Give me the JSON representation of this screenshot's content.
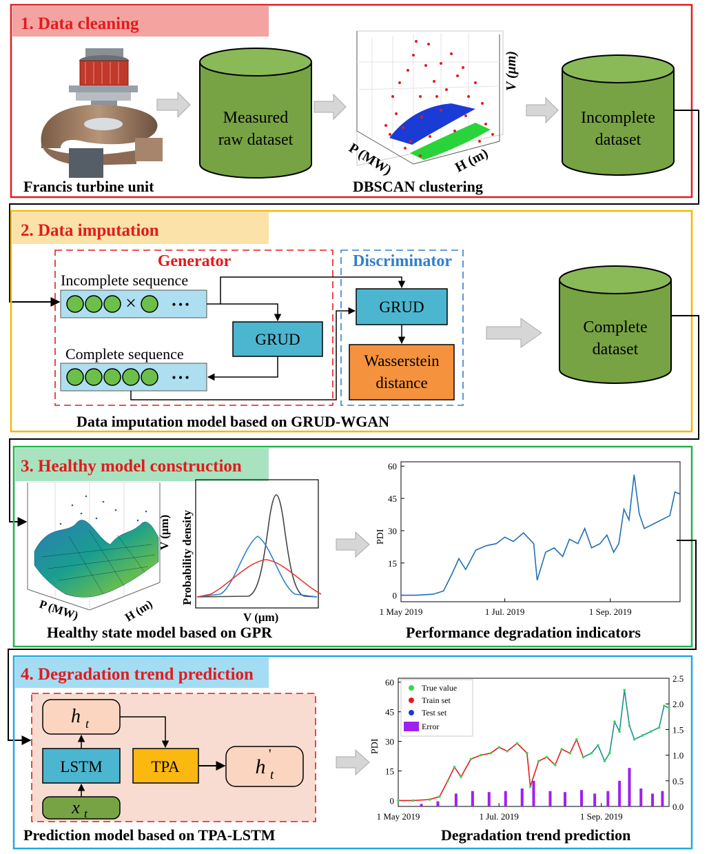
{
  "colors": {
    "section1_border": "#e41a1c",
    "section2_border": "#f5b800",
    "section3_border": "#22b14c",
    "section4_border": "#1fa8e0",
    "cylinder_fill": "#77a344",
    "grud_fill": "#4cb6d0",
    "wasserstein_fill": "#f5923e",
    "tpa_fill": "#fbb810",
    "hidden_fill": "#fbd5bf",
    "line_blue": "#1f6eb4",
    "error_purple": "#a020f0"
  },
  "section1": {
    "title": "1. Data cleaning",
    "turbine_caption": "Francis turbine unit",
    "raw_dataset": [
      "Measured",
      "raw dataset"
    ],
    "dbscan_caption": "DBSCAN clustering",
    "axis_v": "V (μm)",
    "axis_p": "P (MW)",
    "axis_h": "H (m)",
    "incomplete_dataset": [
      "Incomplete",
      "dataset"
    ]
  },
  "section2": {
    "title": "2. Data imputation",
    "generator_label": "Generator",
    "discriminator_label": "Discriminator",
    "incomplete_sequence": "Incomplete sequence",
    "complete_sequence": "Complete sequence",
    "missing_mark": "×",
    "ellipsis": "• • •",
    "grud_generator": "GRUD",
    "grud_discriminator": "GRUD",
    "wasserstein": [
      "Wasserstein",
      "distance"
    ],
    "complete_dataset": [
      "Complete",
      "dataset"
    ],
    "caption": "Data imputation model based on GRUD-WGAN"
  },
  "section3": {
    "title": "3. Healthy model construction",
    "surface_axis_v": "V (μm)",
    "surface_axis_p": "P (MW)",
    "surface_axis_h": "H (m)",
    "density_ylabel": "Probability density",
    "density_xlabel": "V (μm)",
    "gpr_caption": "Healthy state model based on GPR",
    "pdi_caption": "Performance degradation indicators"
  },
  "section4": {
    "title": "4. Degradation trend prediction",
    "hidden_state": "h",
    "hidden_sub": "t",
    "input_state": "x",
    "input_sub": "t",
    "lstm": "LSTM",
    "tpa": "TPA",
    "output_state": "h",
    "output_sup": "'",
    "output_sub": "t",
    "model_caption": "Prediction model based on TPA-LSTM",
    "trend_caption": "Degradation trend prediction"
  },
  "chart_data": [
    {
      "type": "line",
      "ylabel": "PDI",
      "xlabel": "",
      "yticks": [
        0,
        15,
        30,
        45,
        60
      ],
      "ylim": [
        -3,
        62
      ],
      "xtick_labels": [
        "1 May 2019",
        "1 Jul. 2019",
        "1 Sep. 2019"
      ],
      "xlim": [
        "2019-05-01",
        "2019-10-12"
      ],
      "grid": false,
      "series": [
        {
          "x": [
            "2019-05-01",
            "2019-05-10",
            "2019-05-20",
            "2019-05-26",
            "2019-05-31",
            "2019-06-04",
            "2019-06-08",
            "2019-06-14",
            "2019-06-20",
            "2019-06-26",
            "2019-07-01",
            "2019-07-06",
            "2019-07-12",
            "2019-07-18",
            "2019-07-20",
            "2019-07-25",
            "2019-07-30",
            "2019-08-04",
            "2019-08-08",
            "2019-08-13",
            "2019-08-17",
            "2019-08-21",
            "2019-08-26",
            "2019-08-30",
            "2019-09-03",
            "2019-09-06",
            "2019-09-09",
            "2019-09-12",
            "2019-09-15",
            "2019-09-18",
            "2019-09-21",
            "2019-09-26",
            "2019-10-01",
            "2019-10-06",
            "2019-10-09",
            "2019-10-12"
          ],
          "y": [
            0,
            0,
            0.5,
            2,
            10,
            17,
            12,
            21,
            23,
            24,
            27,
            25,
            29,
            24,
            7,
            20,
            22,
            18,
            26,
            24,
            31,
            22,
            24,
            28,
            20,
            24,
            40,
            35,
            56,
            38,
            31,
            33,
            35,
            37,
            48,
            47
          ]
        }
      ]
    },
    {
      "type": "line",
      "ylabel": "PDI",
      "xlabel": "",
      "yticks": [
        0,
        15,
        30,
        45,
        60
      ],
      "ylim": [
        -3,
        62
      ],
      "y2ticks": [
        0.0,
        0.5,
        1.0,
        1.5,
        2.0,
        2.5
      ],
      "y2lim": [
        0.0,
        2.5
      ],
      "xtick_labels": [
        "1 May 2019",
        "1 Jul. 2019",
        "1 Sep. 2019"
      ],
      "xlim": [
        "2019-05-01",
        "2019-10-12"
      ],
      "legend_position": "top-left",
      "legend": [
        "True value",
        "Train set",
        "Test set",
        "Error"
      ],
      "grid": false,
      "series": [
        {
          "name": "Train set",
          "x": [
            "2019-05-01",
            "2019-05-10",
            "2019-05-20",
            "2019-05-26",
            "2019-05-31",
            "2019-06-04",
            "2019-06-08",
            "2019-06-14",
            "2019-06-20",
            "2019-06-26",
            "2019-07-01",
            "2019-07-06",
            "2019-07-12",
            "2019-07-18",
            "2019-07-20",
            "2019-07-25",
            "2019-07-30",
            "2019-08-04",
            "2019-08-08",
            "2019-08-13",
            "2019-08-17",
            "2019-08-21"
          ],
          "y": [
            0,
            0,
            0.5,
            2,
            10,
            17,
            12,
            21,
            23,
            24,
            27,
            25,
            29,
            24,
            7,
            20,
            22,
            18,
            26,
            24,
            31,
            22
          ]
        },
        {
          "name": "Test set",
          "x": [
            "2019-08-21",
            "2019-08-26",
            "2019-08-30",
            "2019-09-03",
            "2019-09-06",
            "2019-09-09",
            "2019-09-12",
            "2019-09-15",
            "2019-09-18",
            "2019-09-21",
            "2019-09-26",
            "2019-10-01",
            "2019-10-06",
            "2019-10-09",
            "2019-10-12"
          ],
          "y": [
            22,
            24,
            28,
            20,
            24,
            40,
            35,
            56,
            38,
            31,
            33,
            35,
            37,
            48,
            47
          ]
        },
        {
          "name": "Error",
          "axis": "right",
          "x": [
            "2019-05-15",
            "2019-05-25",
            "2019-06-05",
            "2019-06-15",
            "2019-06-25",
            "2019-07-05",
            "2019-07-15",
            "2019-07-22",
            "2019-08-01",
            "2019-08-10",
            "2019-08-20",
            "2019-08-28",
            "2019-09-05",
            "2019-09-12",
            "2019-09-18",
            "2019-09-25",
            "2019-10-02",
            "2019-10-08"
          ],
          "y": [
            0.05,
            0.1,
            0.25,
            0.3,
            0.28,
            0.3,
            0.35,
            0.5,
            0.3,
            0.28,
            0.32,
            0.25,
            0.3,
            0.5,
            0.75,
            0.35,
            0.25,
            0.3
          ]
        }
      ]
    }
  ]
}
